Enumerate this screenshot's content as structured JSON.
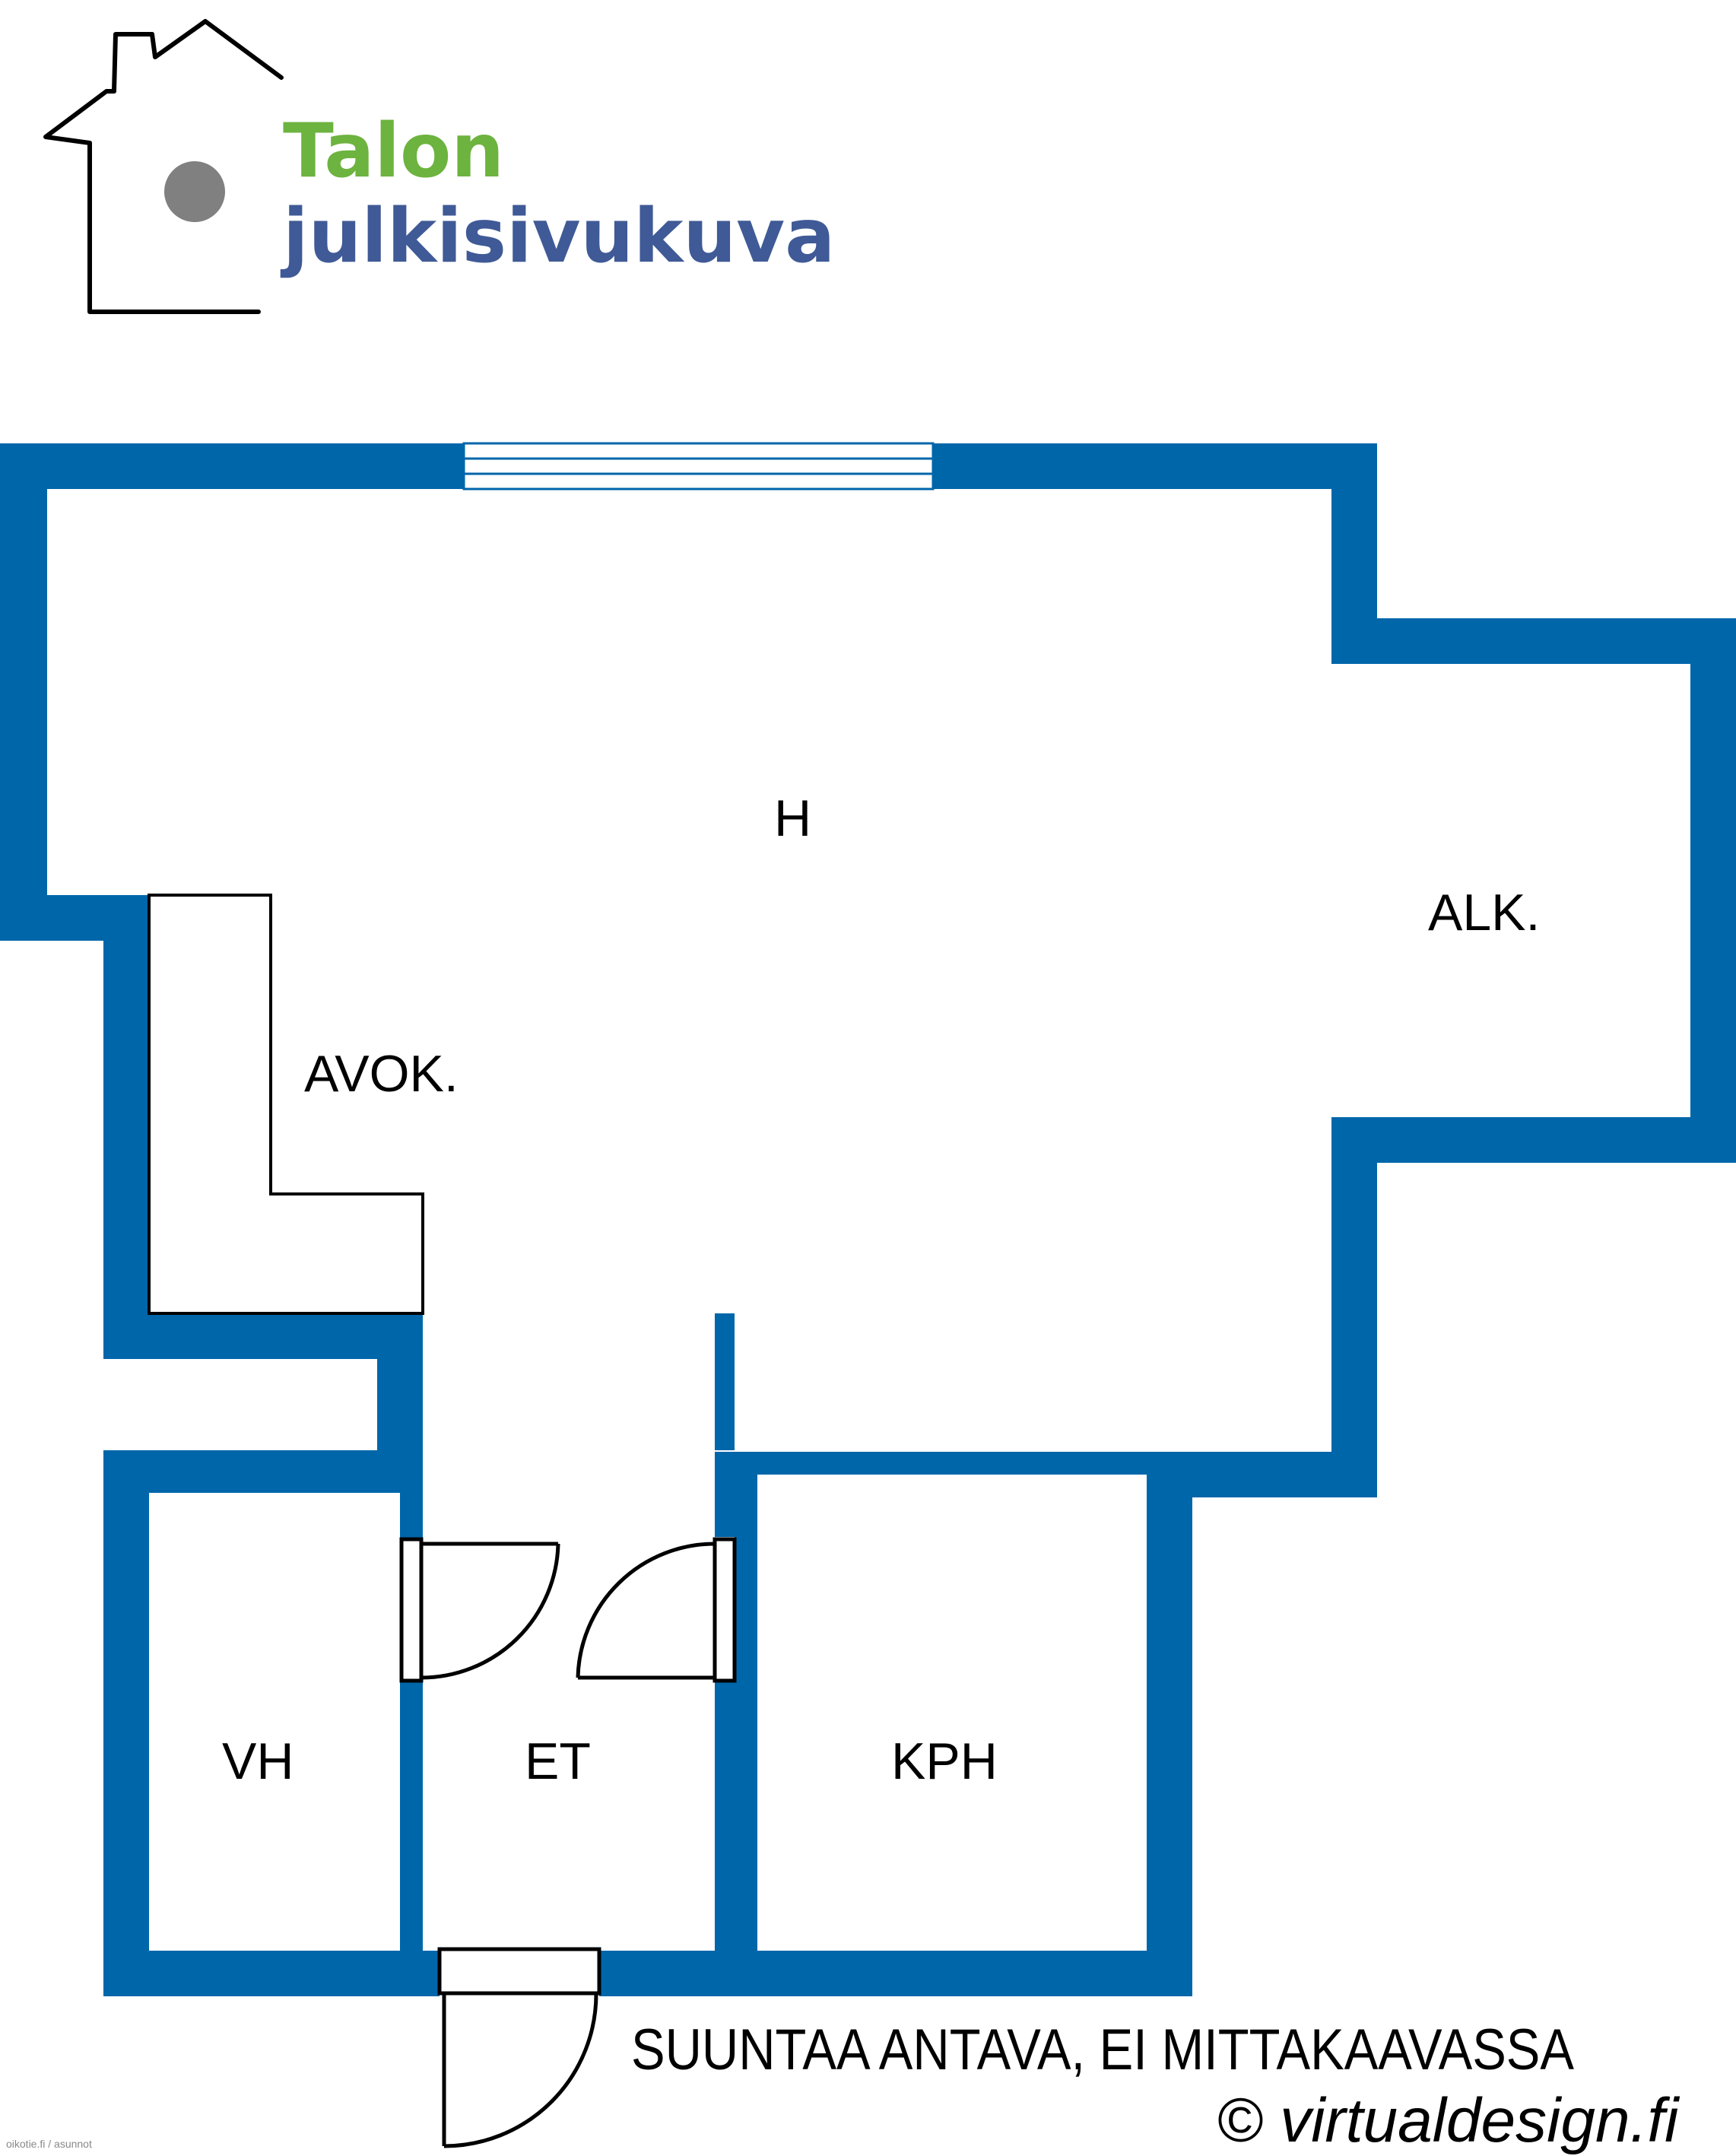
{
  "logo": {
    "line1": "Talon",
    "line2": "julkisivukuva",
    "colors": {
      "line1": "#6db33f",
      "line2": "#3f5a96",
      "outline": "#000000",
      "dot": "#808080"
    },
    "icon": "house-outline-icon"
  },
  "rooms": {
    "h": "H",
    "alk": "ALK.",
    "avok": "AVOK.",
    "vh": "VH",
    "et": "ET",
    "kph": "KPH"
  },
  "footer": {
    "disclaimer": "SUUNTAA ANTAVA, EI MITTAKAAVASSA",
    "copyright": "© virtualdesign.fi",
    "credit": "oikotie.fi / asunnot"
  },
  "colors": {
    "wall": "#0066aa",
    "fixture": "#000000",
    "window": "#0066aa"
  }
}
